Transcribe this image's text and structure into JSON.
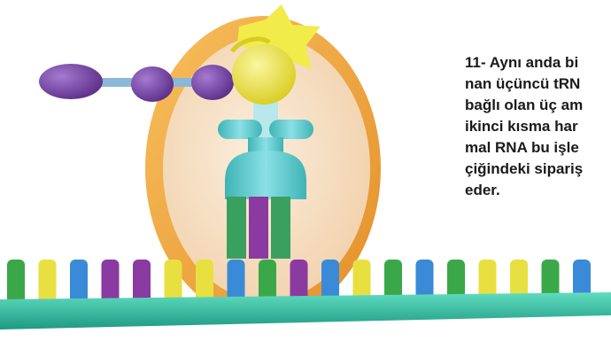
{
  "caption": {
    "lines": [
      "11- Aynı anda bi",
      "nan üçüncü tRN",
      "bağlı olan üç am",
      "ikinci kısma har",
      "mal RNA bu işle",
      "çiğindeki sipariş",
      "eder."
    ]
  },
  "colors": {
    "ribosome_outer": "#f0a848",
    "ribosome_inner": "#f5dcc0",
    "trna_body": "#5cc8c8",
    "trna_stem": "#80d8e0",
    "anticodon_green": "#3aa060",
    "anticodon_purple": "#8a3aa0",
    "amino_acid": "#7a4aa8",
    "peptide_link": "#8ab8d8",
    "yellow_ball": "#e8e040",
    "mrna_backbone": "#2bbfa0",
    "base_green": "#3aa848",
    "base_yellow": "#e8e040",
    "base_blue": "#3a8ad8",
    "base_purple": "#8a3aa0"
  },
  "mrna_bases": [
    "green",
    "yellow",
    "blue",
    "purple",
    "purple",
    "yellow",
    "yellow",
    "blue",
    "green",
    "purple",
    "blue",
    "yellow",
    "green",
    "blue",
    "green",
    "yellow",
    "yellow",
    "green",
    "blue"
  ]
}
